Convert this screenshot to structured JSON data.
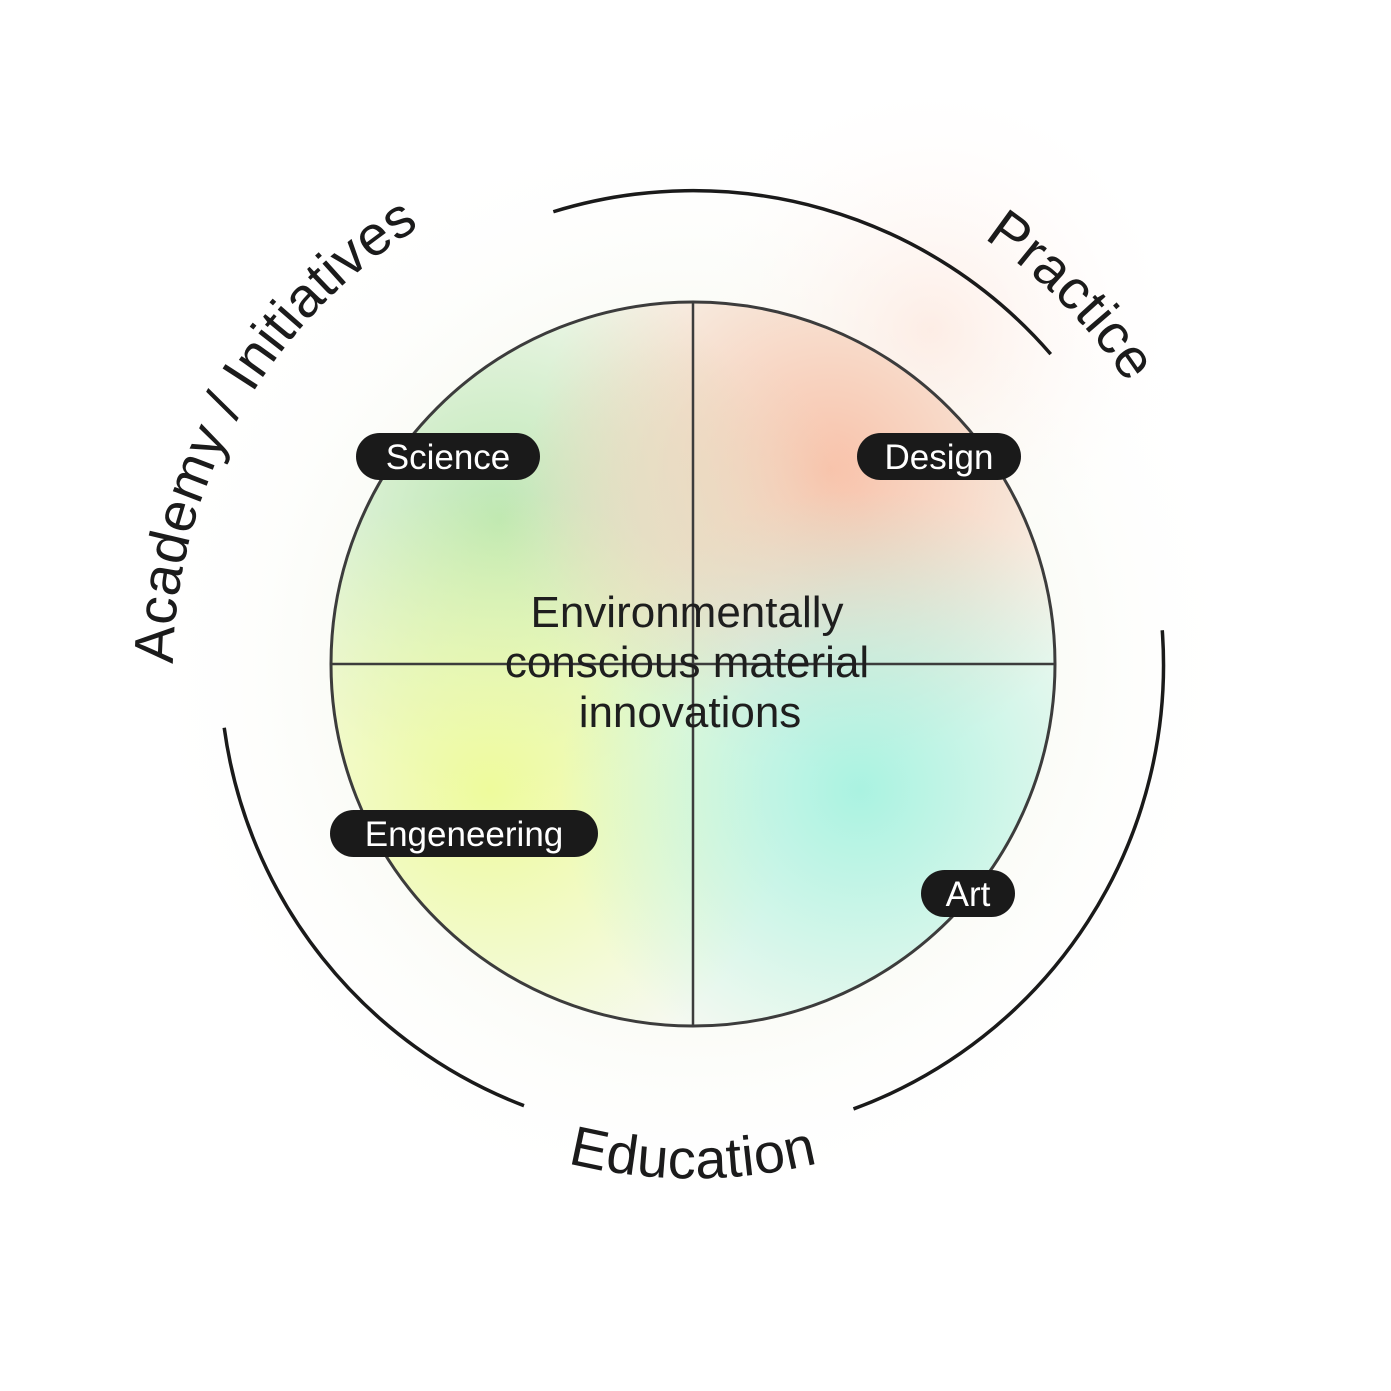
{
  "outer_ring": {
    "academy_label": "Academy / Initiatives",
    "practice_label": "Practice",
    "education_label": "Education"
  },
  "center": {
    "lines": [
      "Environmentally",
      "conscious material",
      "innovations"
    ]
  },
  "quadrants": {
    "science": "Science",
    "design": "Design",
    "engineering": "Engeneering",
    "art": "Art"
  },
  "colors": {
    "line": "#1a1a1a",
    "pill_bg": "#1a1a1a",
    "pill_text": "#ffffff",
    "glow_science": "#b9e6b0",
    "glow_design": "#f9bfa6",
    "glow_engineering": "#eefb9c",
    "glow_art": "#a6f2e0"
  }
}
